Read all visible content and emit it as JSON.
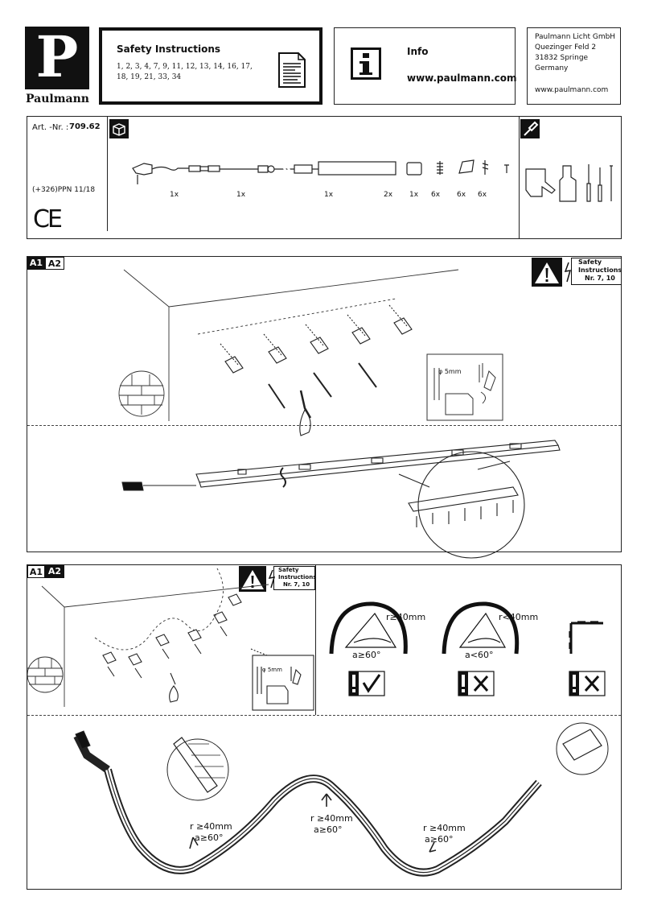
{
  "brand": {
    "logo_letter": "P",
    "name": "Paulmann"
  },
  "safety_header": {
    "title": "Safety Instructions",
    "numbers_line1": "1, 2, 3, 4, 7, 9, 11, 12, 13, 14, 16, 17,",
    "numbers_line2": "18, 19, 21, 33, 34"
  },
  "info": {
    "title": "Info",
    "url": "www.paulmann.com"
  },
  "address": {
    "line1": "Paulmann Licht GmbH",
    "line2": "Quezinger Feld 2",
    "line3": "31832 Springe",
    "line4": "Germany",
    "web": "www.paulmann.com"
  },
  "article": {
    "label": "Art. -Nr. :",
    "number": "709.62",
    "ppn": "(+326)PPN 11/18",
    "ce": "CE"
  },
  "parts": {
    "qty": [
      "1x",
      "1x",
      "1x",
      "2x",
      "1x",
      "6x",
      "6x",
      "6x"
    ]
  },
  "section1": {
    "badge_a1": "A1",
    "badge_a2": "A2",
    "warn_line1": "Safety",
    "warn_line2": "Instructions",
    "warn_nr": "Nr. 7, 10",
    "drill_dia": "φ 5mm"
  },
  "section2": {
    "badge_a1": "A1",
    "badge_a2": "A2",
    "warn_line1": "Safety",
    "warn_line2": "Instructions",
    "warn_nr": "Nr. 7, 10",
    "drill_dia": "φ 5mm",
    "bend_ok_r": "r≥40mm",
    "bend_ok_a": "a≥60°",
    "bend_bad_r": "r<40mm",
    "bend_bad_a": "a<60°",
    "strip_r1": "r ≥40mm",
    "strip_a1": "a≥60°",
    "strip_r2": "r ≥40mm",
    "strip_a2": "a≥60°",
    "strip_r3": "r ≥40mm",
    "strip_a3": "a≥60°"
  },
  "colors": {
    "ink": "#111111",
    "frame": "#222222"
  }
}
